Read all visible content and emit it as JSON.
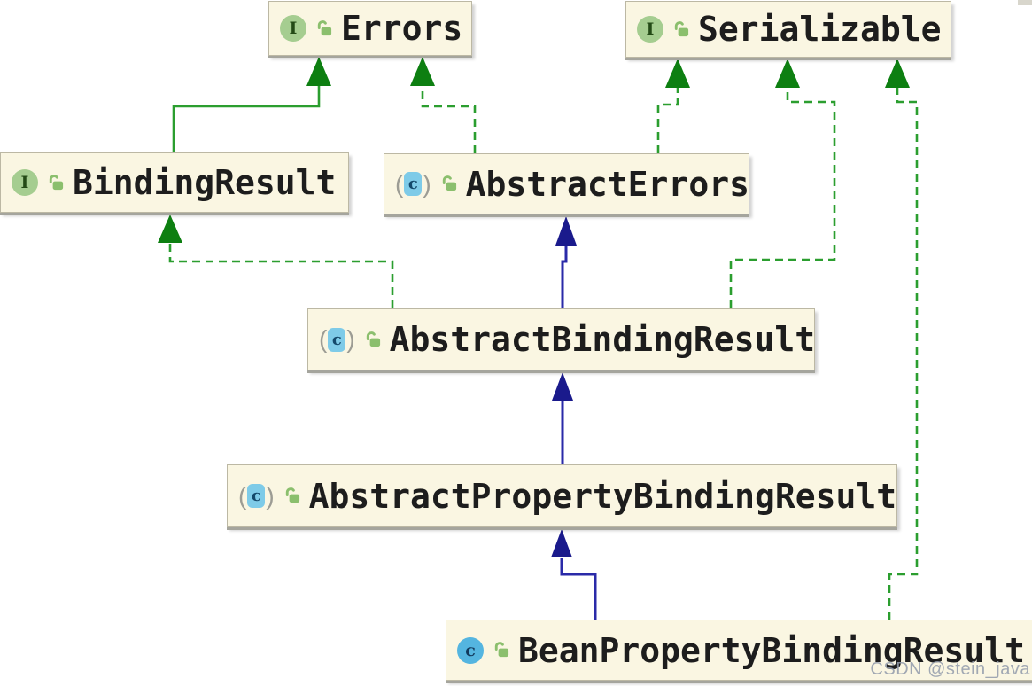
{
  "diagram": {
    "nodes": {
      "errors": {
        "label": "Errors",
        "kind": "interface"
      },
      "serializable": {
        "label": "Serializable",
        "kind": "interface"
      },
      "binding_result": {
        "label": "BindingResult",
        "kind": "interface"
      },
      "abstract_errors": {
        "label": "AbstractErrors",
        "kind": "abstract-class"
      },
      "abstract_binding_result": {
        "label": "AbstractBindingResult",
        "kind": "abstract-class"
      },
      "abstract_property_binding_result": {
        "label": "AbstractPropertyBindingResult",
        "kind": "abstract-class"
      },
      "bean_property_binding_result": {
        "label": "BeanPropertyBindingResult",
        "kind": "class"
      }
    },
    "icons": {
      "interface_badge_letter": "I",
      "class_badge_letter": "c",
      "abstract_paren_open": "(",
      "abstract_paren_close": ")",
      "visibility_lock": "open-padlock"
    },
    "edges": [
      {
        "from": "BindingResult",
        "to": "Errors",
        "relation": "extends",
        "style": "solid",
        "color": "green"
      },
      {
        "from": "AbstractErrors",
        "to": "Errors",
        "relation": "implements",
        "style": "dashed",
        "color": "green"
      },
      {
        "from": "AbstractErrors",
        "to": "Serializable",
        "relation": "implements",
        "style": "dashed",
        "color": "green"
      },
      {
        "from": "AbstractBindingResult",
        "to": "Serializable",
        "relation": "implements",
        "style": "dashed",
        "color": "green"
      },
      {
        "from": "AbstractBindingResult",
        "to": "BindingResult",
        "relation": "implements",
        "style": "dashed",
        "color": "green"
      },
      {
        "from": "AbstractBindingResult",
        "to": "AbstractErrors",
        "relation": "extends",
        "style": "solid",
        "color": "blue"
      },
      {
        "from": "AbstractPropertyBindingResult",
        "to": "AbstractBindingResult",
        "relation": "extends",
        "style": "solid",
        "color": "blue"
      },
      {
        "from": "BeanPropertyBindingResult",
        "to": "AbstractPropertyBindingResult",
        "relation": "extends",
        "style": "solid",
        "color": "blue"
      },
      {
        "from": "BeanPropertyBindingResult",
        "to": "Serializable",
        "relation": "implements",
        "style": "dashed",
        "color": "green"
      }
    ],
    "colors": {
      "implements_green_line": "#2b9e2f",
      "green_arrowhead": "#0d7f11",
      "extends_blue_line": "#2a2aa8",
      "blue_arrowhead": "#1a1a8c",
      "node_fill": "#faf6e2",
      "node_border": "#bcb8a4",
      "interface_badge": "#a5cd90",
      "class_badge": "#54b5e0",
      "abstract_class_badge": "#7ecbe8"
    },
    "watermark": "CSDN @stein_java"
  }
}
